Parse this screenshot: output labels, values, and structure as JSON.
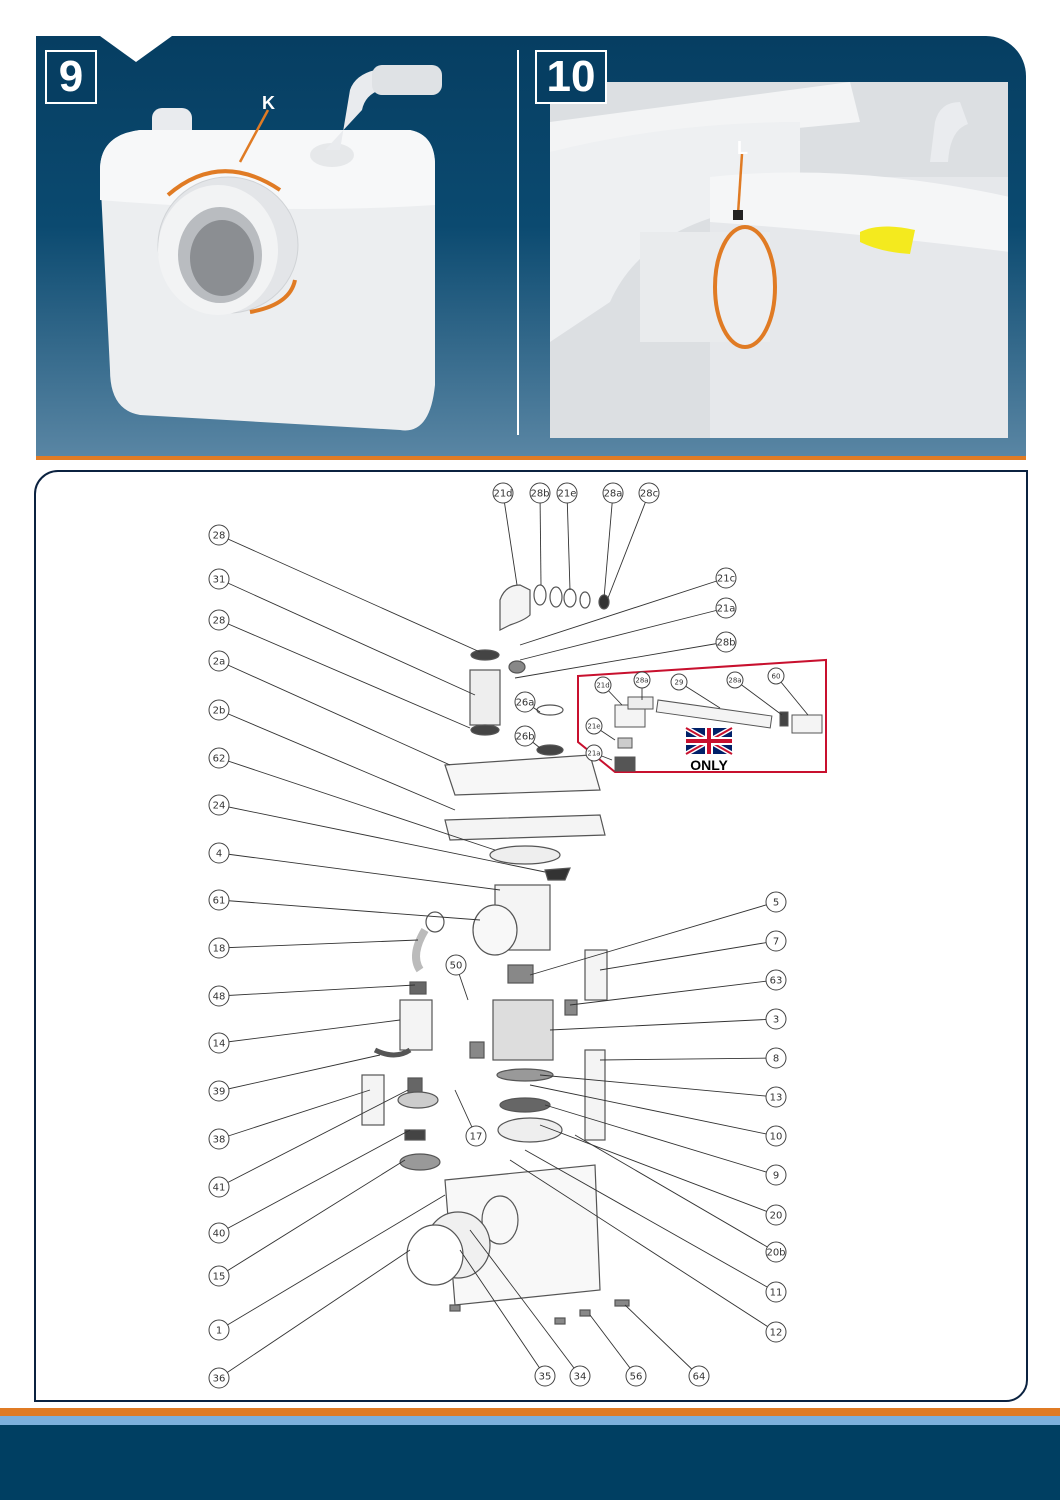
{
  "steps": [
    {
      "number": "9",
      "callout": "K"
    },
    {
      "number": "10",
      "callout": "L"
    }
  ],
  "colors": {
    "navy": "#063e62",
    "orange": "#e07b24",
    "light_blue": "#7db0dc",
    "inset_red": "#c8102e"
  },
  "diagram": {
    "part_labels": [
      "21d",
      "28b",
      "21e",
      "28a",
      "28c",
      "21c",
      "21a",
      "28b",
      "28",
      "31",
      "28",
      "2a",
      "2b",
      "62",
      "24",
      "4",
      "61",
      "18",
      "48",
      "14",
      "39",
      "38",
      "41",
      "40",
      "15",
      "1",
      "36",
      "26a",
      "26b",
      "50",
      "17",
      "5",
      "7",
      "63",
      "3",
      "8",
      "13",
      "10",
      "9",
      "20",
      "20b",
      "11",
      "12",
      "35",
      "34",
      "56",
      "64"
    ],
    "inset": {
      "part_labels": [
        "21d",
        "28a",
        "29",
        "28a",
        "60",
        "21e",
        "21a"
      ],
      "note": "ONLY",
      "flag": "uk-flag"
    }
  }
}
